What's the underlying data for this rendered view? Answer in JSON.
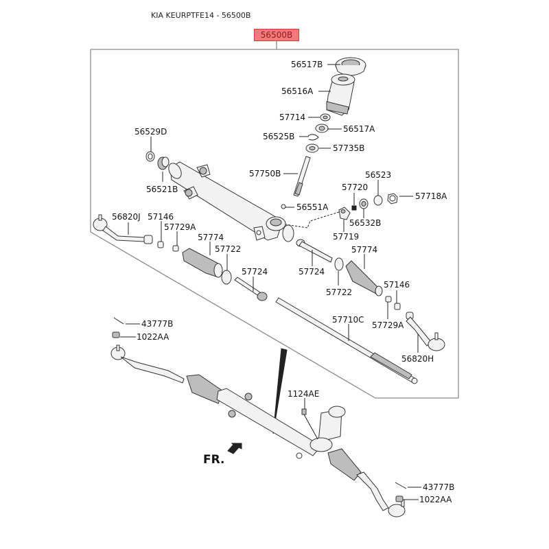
{
  "header": {
    "title": "KIA KEURPTFE14 - 56500B",
    "assembly_code": "56500B",
    "assembly_color": "#f4797b"
  },
  "direction_label": "FR.",
  "callouts": {
    "c56517B": "56517B",
    "c56516A": "56516A",
    "c57714": "57714",
    "c56517A": "56517A",
    "c56525B": "56525B",
    "c57735B": "57735B",
    "c56529D": "56529D",
    "c56521B": "56521B",
    "c57750B": "57750B",
    "c56551A": "56551A",
    "c56523": "56523",
    "c57720": "57720",
    "c57718A": "57718A",
    "c56532B": "56532B",
    "c57719": "57719",
    "c56820J": "56820J",
    "c57146_left": "57146",
    "c57729A_left": "57729A",
    "c57774_left": "57774",
    "c57722_left": "57722",
    "c57724_left": "57724",
    "c57724_right": "57724",
    "c57774_right": "57774",
    "c57722_right": "57722",
    "c57146_right": "57146",
    "c57729A_right": "57729A",
    "c57710C": "57710C",
    "c56820H": "56820H",
    "c43777B_left": "43777B",
    "c1022AA_left": "1022AA",
    "c1124AE": "1124AE",
    "c43777B_right": "43777B",
    "c1022AA_right": "1022AA"
  }
}
